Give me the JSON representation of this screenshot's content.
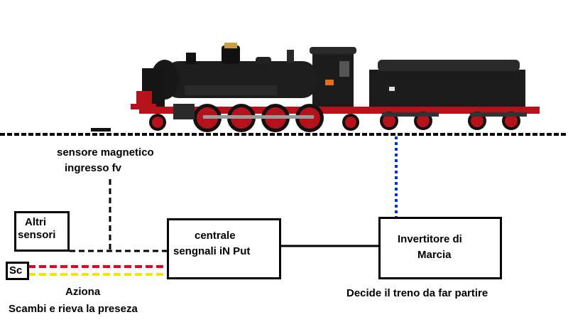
{
  "sensor_label": {
    "line1": "sensore magnetico",
    "line2": "ingresso   fv"
  },
  "boxes": {
    "altri_sensori": {
      "line1": "Altri",
      "line2": "sensori"
    },
    "sc": {
      "label": "Sc"
    },
    "centrale": {
      "line1": "centrale",
      "line2": "sengnali iN Put"
    },
    "invertitore": {
      "line1": "Invertitore di",
      "line2": "Marcia"
    }
  },
  "captions": {
    "aziona_line1": "Aziona",
    "aziona_line2": "Scambi e rieva la preseza",
    "decide": "Decide il treno da far partire"
  },
  "colors": {
    "red_line": "#e8001c",
    "yellow_line": "#f2e600",
    "blue_line": "#0033cc",
    "loco_body": "#1c1c1c",
    "wheel_red": "#b5121b"
  },
  "picture": {
    "subject": "steam-locomotive-with-tender-on-track"
  }
}
